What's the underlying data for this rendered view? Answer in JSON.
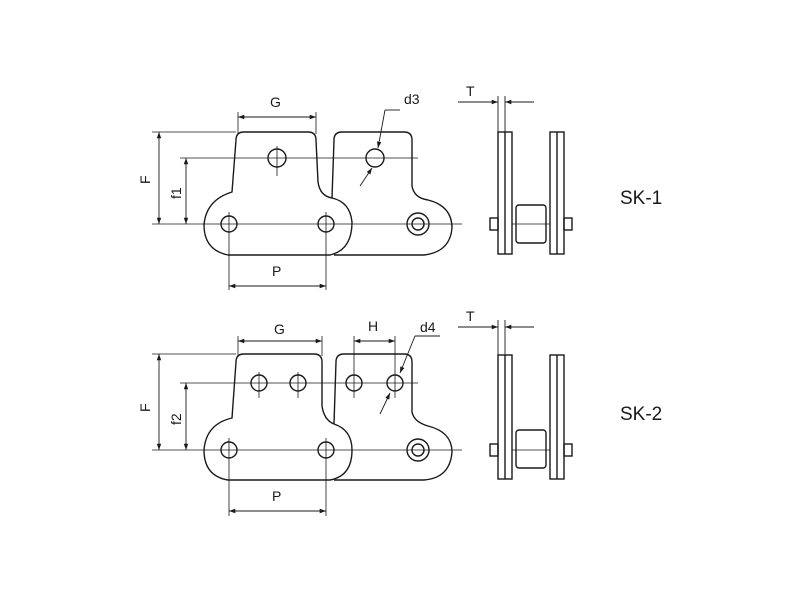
{
  "diagrams": [
    {
      "name": "SK-1",
      "labels": {
        "G": "G",
        "d": "d3",
        "F": "F",
        "f": "f1",
        "P": "P",
        "T": "T"
      }
    },
    {
      "name": "SK-2",
      "labels": {
        "G": "G",
        "H": "H",
        "d": "d4",
        "F": "F",
        "f": "f2",
        "P": "P",
        "T": "T"
      }
    }
  ],
  "colors": {
    "line": "#1a1a1a",
    "dim": "#1a1a1a",
    "fill": "#ffffff"
  }
}
